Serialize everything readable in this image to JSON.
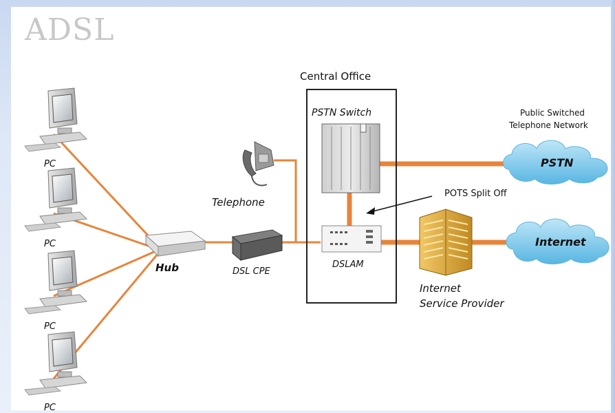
{
  "slide": {
    "title": "ADSL"
  },
  "diagram": {
    "central_office_label": "Central Office",
    "pstn_switch_label": "PSTN Switch",
    "dslam_label": "DSLAM",
    "pots_split_off_label": "POTS Split Off",
    "hub_label": "Hub",
    "dsl_cpe_label": "DSL CPE",
    "telephone_label": "Telephone",
    "pstn_cloud_label": "PSTN",
    "internet_cloud_label": "Internet",
    "pstn_network_label_line1": "Public Switched",
    "pstn_network_label_line2": "Telephone Network",
    "isp_label_line1": "Internet",
    "isp_label_line2": "Service Provider",
    "pc_labels": [
      "PC",
      "PC",
      "PC",
      "PC"
    ],
    "colors": {
      "link": "#e8843a",
      "cloud": "#78c6ea",
      "building": "#d9a43a",
      "box_border": "#222222"
    }
  }
}
